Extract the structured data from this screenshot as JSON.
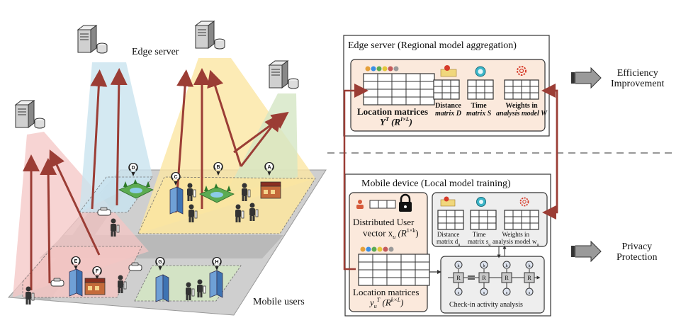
{
  "left": {
    "edge_server_label": "Edge server",
    "mobile_users_label": "Mobile users",
    "region_markers": [
      "A",
      "B",
      "C",
      "D",
      "E",
      "F",
      "G",
      "H"
    ]
  },
  "top_panel": {
    "title": "Edge server  (Regional model aggregation)",
    "location_label": "Location matrices",
    "location_formula": "Y",
    "location_formula_sup": "T",
    "location_formula_dim": "(R",
    "location_formula_dim_sup": "I×L",
    "location_formula_end": ")",
    "distance_label_1": "Distance",
    "distance_label_2": "matrix D",
    "time_label_1": "Time",
    "time_label_2": "matrix S",
    "weights_label_1": "Weights in",
    "weights_label_2": "analysis model W"
  },
  "bottom_panel": {
    "title": "Mobile device (Local model training)",
    "user_label_1": "Distributed User",
    "user_label_2": "vector x",
    "user_label_2_sub": "u",
    "user_label_2_dim": "(R",
    "user_label_2_dim_sup": "1×k",
    "user_label_2_end": ")",
    "location_label": "Location matrices",
    "location_formula": "y",
    "location_formula_sub": "u",
    "location_formula_sup": "T",
    "location_formula_dim": "(R",
    "location_formula_dim_sup": "k×L",
    "location_formula_end": ")",
    "distance_label_1": "Distance",
    "distance_label_2": "matrix d",
    "distance_label_2_sub": "u",
    "time_label_1": "Time",
    "time_label_2": "matrix s",
    "time_label_2_sub": "u",
    "weights_label_1": "Weights in",
    "weights_label_2": "analysis model w",
    "weights_label_2_sub": "u",
    "checkin_label": "Check-in activity analysis",
    "rnn_cell_label": "R",
    "h_label": "h",
    "s_label": "s"
  },
  "right": {
    "efficiency_1": "Efficiency",
    "efficiency_2": "Improvement",
    "privacy_1": "Privacy",
    "privacy_2": "Protection"
  },
  "colors": {
    "red_zone": "#f4c6c4",
    "blue_zone": "#c9e3ef",
    "yellow_zone": "#fbe6a2",
    "green_zone": "#d4e6c4",
    "arrow": "#9b3d35",
    "panel_fill": "#fbe9dc",
    "sub_panel_fill": "#eeeeee"
  }
}
